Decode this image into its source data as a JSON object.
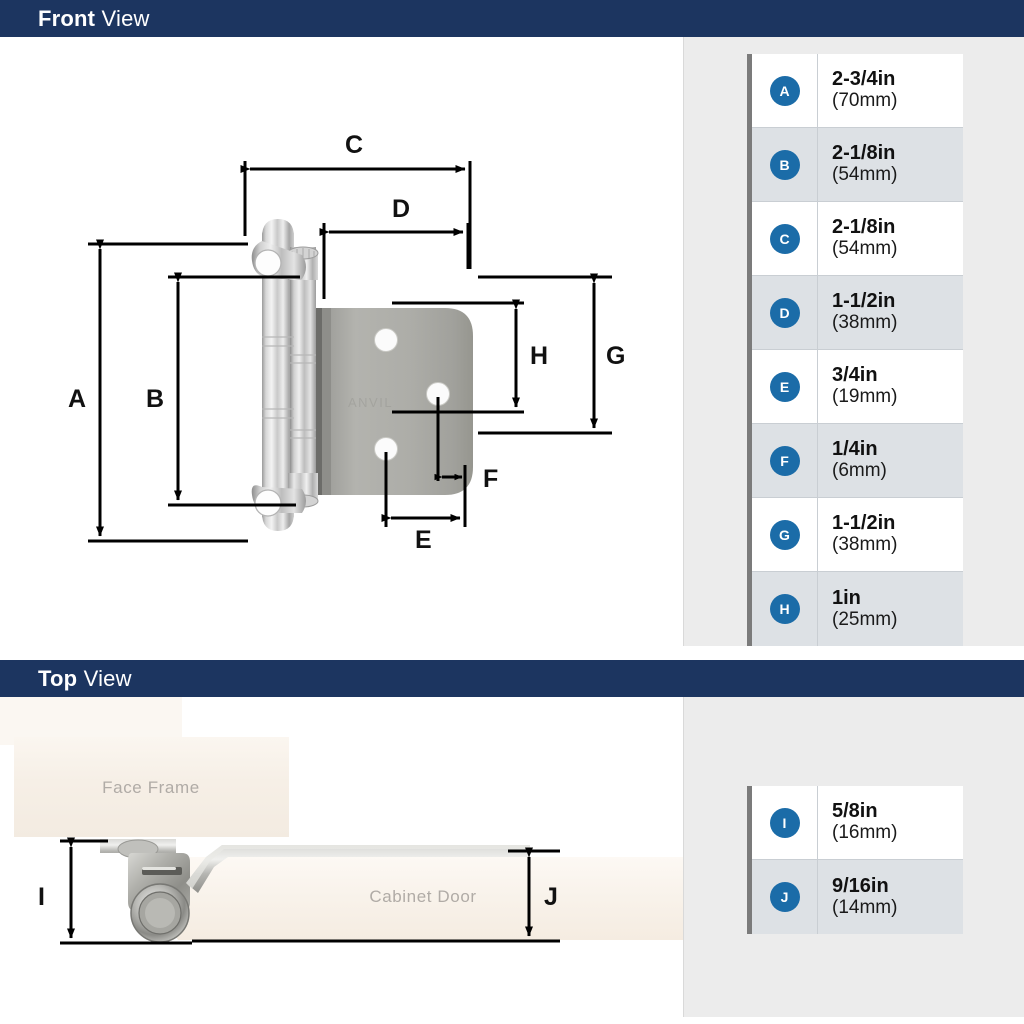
{
  "sections": {
    "front": {
      "title_bold": "Front",
      "title_light": " View"
    },
    "top": {
      "title_bold": "Top",
      "title_light": " View"
    }
  },
  "front_view": {
    "dimension_labels": [
      "A",
      "B",
      "C",
      "D",
      "E",
      "F",
      "G",
      "H"
    ]
  },
  "top_view": {
    "dimension_labels": [
      "I",
      "J"
    ],
    "part_labels": {
      "face_frame": "Face Frame",
      "cabinet_door": "Cabinet Door"
    }
  },
  "legend_front": {
    "rows": [
      {
        "key": "A",
        "inch": "2-3/4in",
        "mm": "(70mm)"
      },
      {
        "key": "B",
        "inch": "2-1/8in",
        "mm": "(54mm)"
      },
      {
        "key": "C",
        "inch": "2-1/8in",
        "mm": "(54mm)"
      },
      {
        "key": "D",
        "inch": "1-1/2in",
        "mm": "(38mm)"
      },
      {
        "key": "E",
        "inch": "3/4in",
        "mm": "(19mm)"
      },
      {
        "key": "F",
        "inch": "1/4in",
        "mm": "(6mm)"
      },
      {
        "key": "G",
        "inch": "1-1/2in",
        "mm": "(38mm)"
      },
      {
        "key": "H",
        "inch": "1in",
        "mm": "(25mm)"
      }
    ]
  },
  "legend_top": {
    "rows": [
      {
        "key": "I",
        "inch": "5/8in",
        "mm": "(16mm)"
      },
      {
        "key": "J",
        "inch": "9/16in",
        "mm": "(14mm)"
      }
    ]
  },
  "colors": {
    "header_navy": "#1c3560",
    "badge_blue": "#1b6ca8",
    "panel_gray": "#ececec",
    "row_alt_gray": "#dde1e5",
    "metal_light": "#e9e9e9",
    "metal_mid": "#b8b8b8",
    "metal_dark": "#7d7d7d",
    "wood_cream": "#f7f1ea"
  }
}
